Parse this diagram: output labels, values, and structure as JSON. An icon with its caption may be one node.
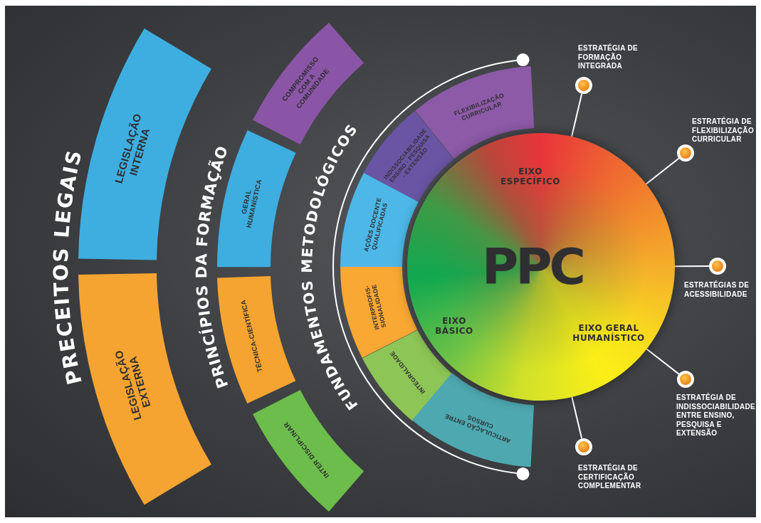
{
  "diagram": {
    "nodes": [
      {
        "text": [
          "LEGISLAÇÃO INTERNA"
        ]
      },
      {
        "text": [
          "LEGISLAÇÃO EXTERNA"
        ]
      },
      {
        "text": [
          "COMPROMISSO COM A COMUNIDADE"
        ]
      },
      {
        "text": [
          "GERAL HUMANÍSTICA"
        ]
      },
      {
        "text": [
          "TÉCNICA-CIENTÍFICA"
        ]
      },
      {
        "text": [
          "INTER DISCIPLINAR"
        ]
      },
      {
        "text": [
          "FLEXIBILIZAÇÃO CURRICULAR"
        ]
      },
      {
        "text": [
          "INDISSOCIABILIDADE ENSINO - PESQUISA - EXTENSÃO"
        ]
      },
      {
        "text": [
          "AÇÕES DOCENTE QUALIFICADAS"
        ]
      },
      {
        "text": [
          "INTERPROFIS-SIONALIDADE"
        ]
      },
      {
        "text": [
          "INTEGRALIDADE"
        ]
      },
      {
        "text": [
          "ARTICULAÇÃO ENTRE CURSOS"
        ]
      },
      {
        "text": [
          "EIXO ESPECÍFICO",
          "PPC",
          "EIXO BÁSICO",
          "EIXO GERAL HUMANÍSTICO"
        ]
      },
      {
        "text": [],
        "shape": "circle",
        "beside": [
          "ESTRATÉGIA DE FORMAÇÃO INTEGRADA"
        ]
      },
      {
        "text": [],
        "shape": "circle",
        "beside": [
          "ESTRATÉGIA DE FLEXIBILIZAÇÃO CURRICULAR"
        ]
      },
      {
        "text": [],
        "shape": "circle",
        "beside": [
          "ESTRATÉGIAS DE ACESSIBILIDADE"
        ]
      },
      {
        "text": [],
        "shape": "circle",
        "beside": [
          "ESTRATÉGIA DE INDISSOCIABILIDADE ENTRE ENSINO, PESQUISA E EXTENSÃO"
        ]
      },
      {
        "text": [],
        "shape": "circle",
        "beside": [
          "ESTRATÉGIA DE CERTIFICAÇÃO COMPLEMENTAR"
        ]
      }
    ],
    "edges": [
      {
        "from": 12,
        "to": 13,
        "arrow": "none"
      },
      {
        "from": 12,
        "to": 14,
        "arrow": "none"
      },
      {
        "from": 12,
        "to": 15,
        "arrow": "none"
      },
      {
        "from": 12,
        "to": 16,
        "arrow": "none"
      },
      {
        "from": 12,
        "to": 17,
        "arrow": "none"
      }
    ],
    "labels": [
      "PRECEITOS LEGAIS",
      "PRINCÍPIOS DA FORMAÇÃO",
      "FUNDAMENTOS METODOLÓGICOS"
    ]
  }
}
